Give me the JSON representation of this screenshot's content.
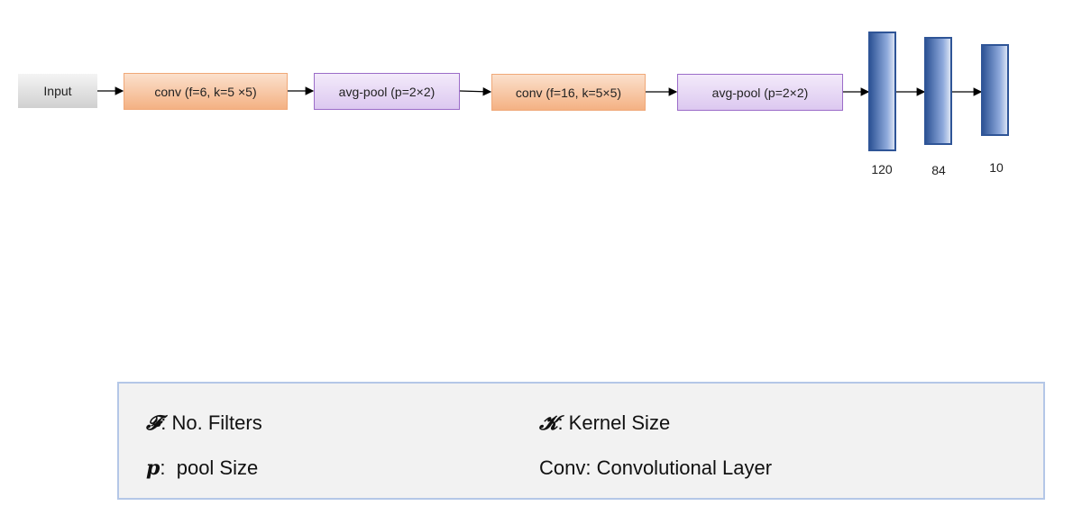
{
  "nodes": {
    "input": "Input",
    "conv1": "conv (f=6, k=5 ×5)",
    "pool1": "avg-pool (p=2×2)",
    "conv2": "conv (f=16, k=5×5)",
    "pool2": "avg-pool (p=2×2)"
  },
  "fc_layers": [
    {
      "label": "120"
    },
    {
      "label": "84"
    },
    {
      "label": "10"
    }
  ],
  "legend": {
    "f_symbol": "𝓕",
    "f_text": ": No. Filters",
    "k_symbol": "𝓚",
    "k_text": ": Kernel Size",
    "p_symbol": "𝒑",
    "p_text": ":  pool Size",
    "conv_text": "Conv: Convolutional Layer"
  },
  "colors": {
    "conv": "#f4b183",
    "pool": "#dcc8f0",
    "fc": "#2f5597",
    "legend_border": "#b4c7e7"
  }
}
